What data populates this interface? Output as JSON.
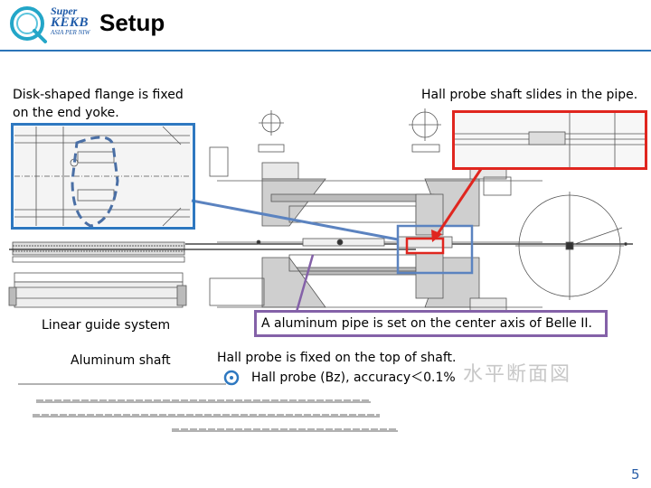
{
  "header": {
    "logo": {
      "line1": "Super",
      "line2": "KEKB",
      "tagline": "ASIA PER NIW"
    },
    "title": "Setup"
  },
  "labels": {
    "disk_flange_line1": "Disk-shaped flange is fixed",
    "disk_flange_line2": "on the end yoke.",
    "hall_shaft": "Hall probe shaft slides in the pipe.",
    "linear_guide": "Linear guide system",
    "aluminum_shaft": "Aluminum shaft",
    "aluminum_pipe": "A aluminum pipe is set on the center axis of Belle II.",
    "hall_fixed": "Hall probe is fixed on the top of shaft.",
    "hall_accuracy": "Hall probe (Bz), accuracy＜0.1%"
  },
  "drawing_text": {
    "kanji": "水平断面図"
  },
  "colors": {
    "accent_blue": "#2e78c0",
    "highlight_red": "#e0261f",
    "highlight_purple": "#8461a8",
    "arrow_blue": "#5b83c0",
    "page_number": "#2b5fa8"
  },
  "footer": {
    "page_number": "5"
  }
}
